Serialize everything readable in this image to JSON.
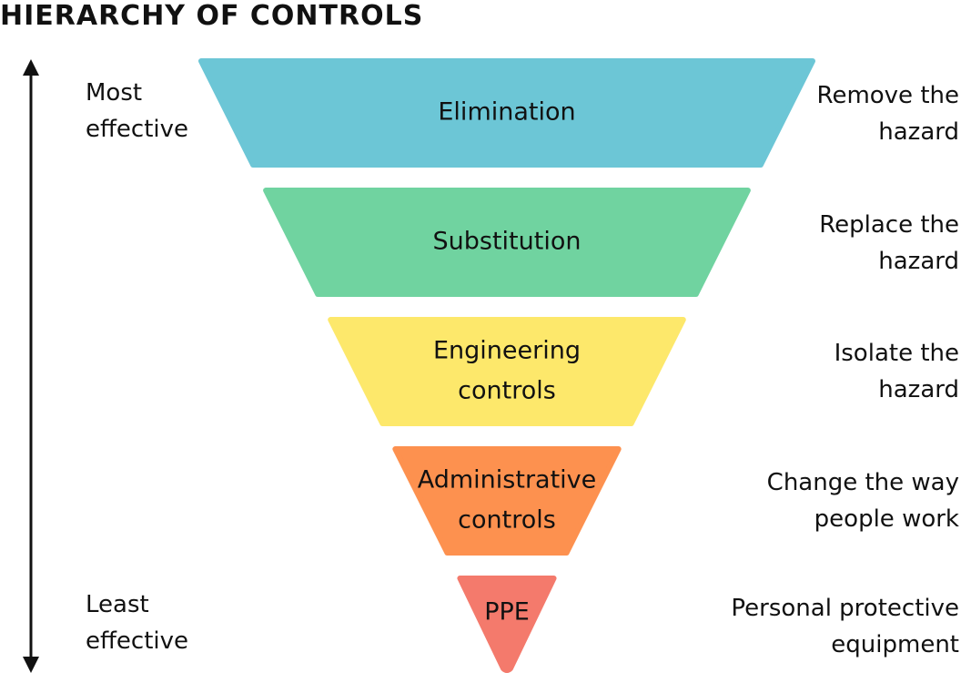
{
  "title": "Hierarchy of Controls",
  "effectiveness": {
    "top": [
      "Most",
      "effective"
    ],
    "bottom": [
      "Least",
      "effective"
    ]
  },
  "tiers": [
    {
      "label": [
        "Elimination"
      ],
      "description": [
        "Remove the",
        "hazard"
      ],
      "color": "#6cc6d6"
    },
    {
      "label": [
        "Substitution"
      ],
      "description": [
        "Replace the",
        "hazard"
      ],
      "color": "#70d3a0"
    },
    {
      "label": [
        "Engineering",
        "controls"
      ],
      "description": [
        "Isolate the",
        "hazard"
      ],
      "color": "#fde86b"
    },
    {
      "label": [
        "Administrative",
        "controls"
      ],
      "description": [
        "Change the way",
        "people work"
      ],
      "color": "#fd914f"
    },
    {
      "label": [
        "PPE"
      ],
      "description": [
        "Personal protective",
        "equipment"
      ],
      "color": "#f47a6c"
    }
  ]
}
